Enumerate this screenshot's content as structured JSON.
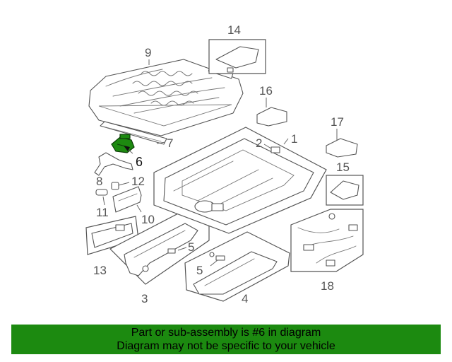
{
  "callouts": {
    "n1": "1",
    "n2": "2",
    "n3": "3",
    "n4": "4",
    "n5a": "5",
    "n5b": "5",
    "n6": "6",
    "n7": "7",
    "n8": "8",
    "n9": "9",
    "n10": "10",
    "n11": "11",
    "n12": "12",
    "n13": "13",
    "n14": "14",
    "n15": "15",
    "n16": "16",
    "n17": "17",
    "n18": "18"
  },
  "highlighted_part": "6",
  "banner": {
    "line1": "Part or sub-assembly is #6 in diagram",
    "line2": "Diagram may not be specific to your vehicle"
  },
  "colors": {
    "banner_bg": "#1c8a10",
    "highlight": "#1d8a10",
    "line": "#555555"
  }
}
